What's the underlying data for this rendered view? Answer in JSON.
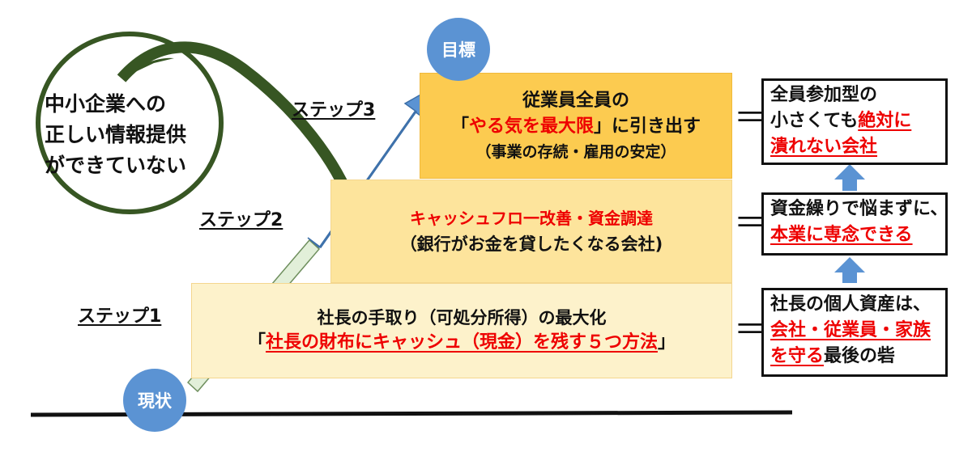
{
  "problem": {
    "line1": "中小企業への",
    "line2": "正しい情報提供",
    "line3": "ができていない"
  },
  "steps": {
    "step1_label": "ステップ1",
    "step2_label": "ステップ2",
    "step3_label": "ステップ3"
  },
  "goal_label": "目標",
  "current_label": "現状",
  "step3_box": {
    "line1": "従業員全員の",
    "line2_open": "「",
    "line2_red": "やる気を最大限",
    "line2_close": "」に引き出す",
    "line3": "（事業の存続・雇用の安定）"
  },
  "step2_box": {
    "line1": "キャッシュフロ一改善・資金調達",
    "line2": "（銀行がお金を貸したくなる会社)"
  },
  "step1_box": {
    "line1": "社長の手取り（可処分所得）の最大化",
    "line2_open": "「",
    "line2_red": "社長の財布にキャッシュ（現金）を残す５つ方法",
    "line2_close": "」"
  },
  "equals": "＝",
  "right_boxes": {
    "top": {
      "line1": "全員参加型の",
      "line2_black": "小さくても",
      "line2_red": "絶対に",
      "line3_red": "潰れない会社"
    },
    "middle": {
      "line1": "資金繰りで悩まずに、",
      "line2_red": "本業に専念できる"
    },
    "bottom": {
      "line1": "社長の個人資産は、",
      "line2_red": "会社・従業員・家族",
      "line3_red": "を守る",
      "line3_black": "最後の砦"
    }
  },
  "colors": {
    "step1_fill": "#fdf2cb",
    "step2_fill": "#fde49c",
    "step3_fill": "#fccb50",
    "circle_fill": "#5b93d3",
    "curve_green": "#375623",
    "arrow_light": "#e2efd9",
    "arrow_blue": "#5b93d3",
    "accent_red": "#ee0000"
  }
}
